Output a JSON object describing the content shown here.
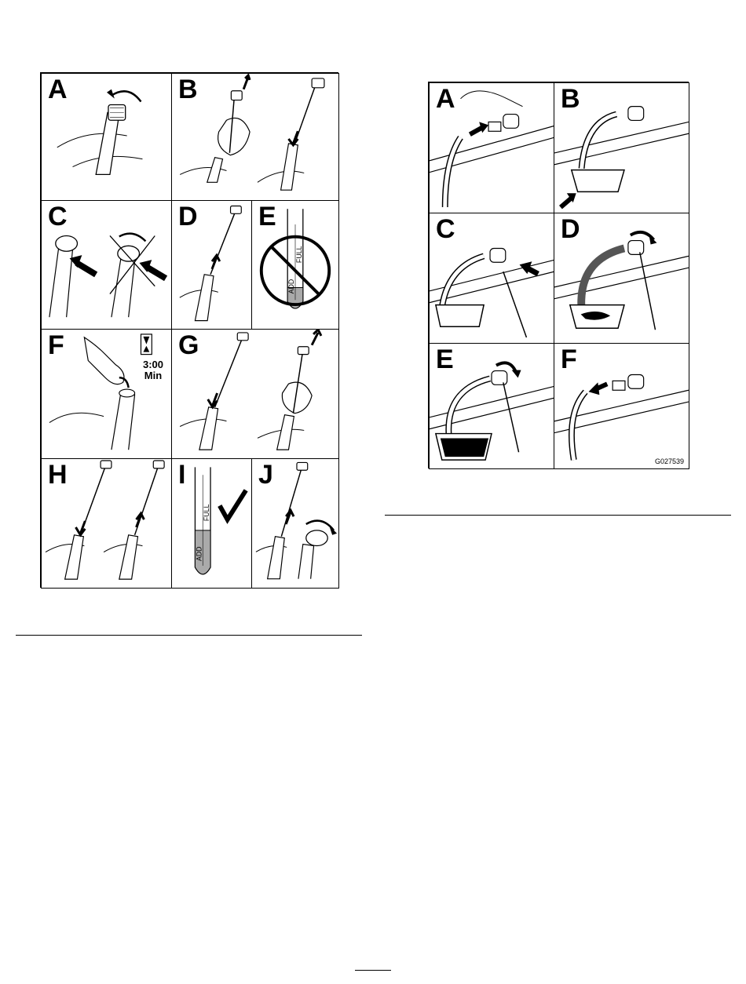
{
  "left_figure": {
    "panels": [
      {
        "label": "A"
      },
      {
        "label": "B"
      },
      {
        "label": "C"
      },
      {
        "label": "D"
      },
      {
        "label": "E"
      },
      {
        "label": "F"
      },
      {
        "label": "G"
      },
      {
        "label": "H"
      },
      {
        "label": "I"
      },
      {
        "label": "J"
      }
    ],
    "timer_value": "3:00",
    "timer_unit": "Min",
    "dipstick_add": "ADD",
    "dipstick_full": "FULL"
  },
  "right_figure": {
    "panels": [
      {
        "label": "A"
      },
      {
        "label": "B"
      },
      {
        "label": "C"
      },
      {
        "label": "D"
      },
      {
        "label": "E"
      },
      {
        "label": "F"
      }
    ],
    "figure_code": "G027539"
  }
}
